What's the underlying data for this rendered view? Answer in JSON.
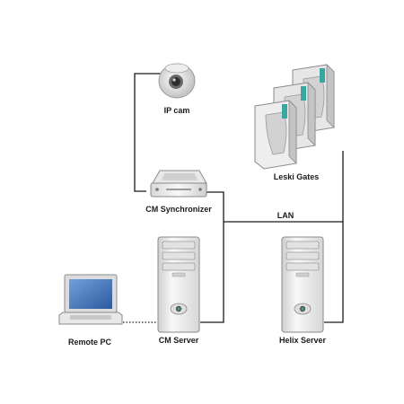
{
  "nodes": {
    "ip_cam": "IP cam",
    "gates": "Leski Gates",
    "synchronizer": "CM Synchronizer",
    "lan": "LAN",
    "remote_pc": "Remote PC",
    "cm_server": "CM Server",
    "helix_server": "Helix Server"
  },
  "colors": {
    "wire": "#1a1a1a",
    "accent": "#3aa6a0",
    "metal_light": "#f2f2f2",
    "metal_dark": "#bdbdbd",
    "screen": "#3c6fb4"
  }
}
